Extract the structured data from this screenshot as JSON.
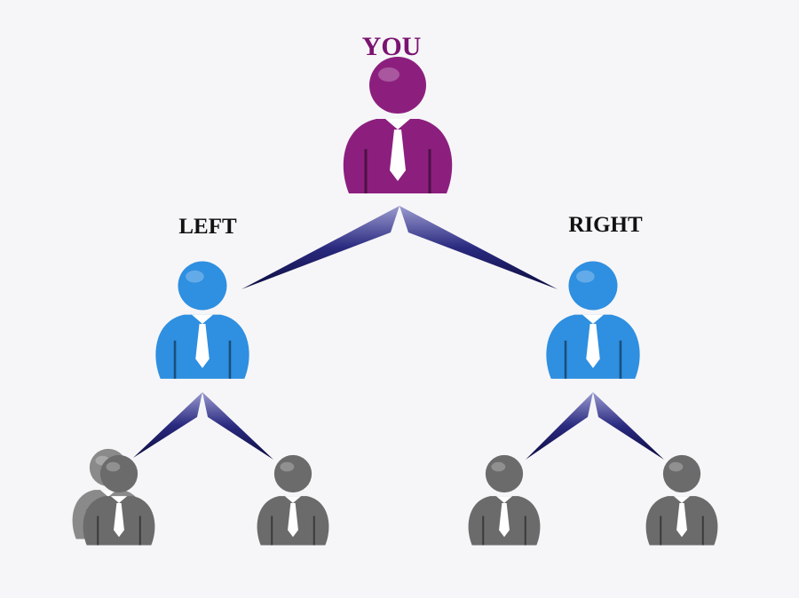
{
  "labels": {
    "top": "YOU",
    "left": "LEFT",
    "right": "RIGHT"
  },
  "colors": {
    "background": "#f6f6f8",
    "you": "#8c1f7e",
    "you_label": "#7a1470",
    "level1": "#2f8fe0",
    "level2": "#6b6b6b",
    "connector": "#14145a",
    "label": "#111111"
  },
  "icons": {
    "person": "person-with-tie-icon",
    "connector": "wedge-connector"
  }
}
